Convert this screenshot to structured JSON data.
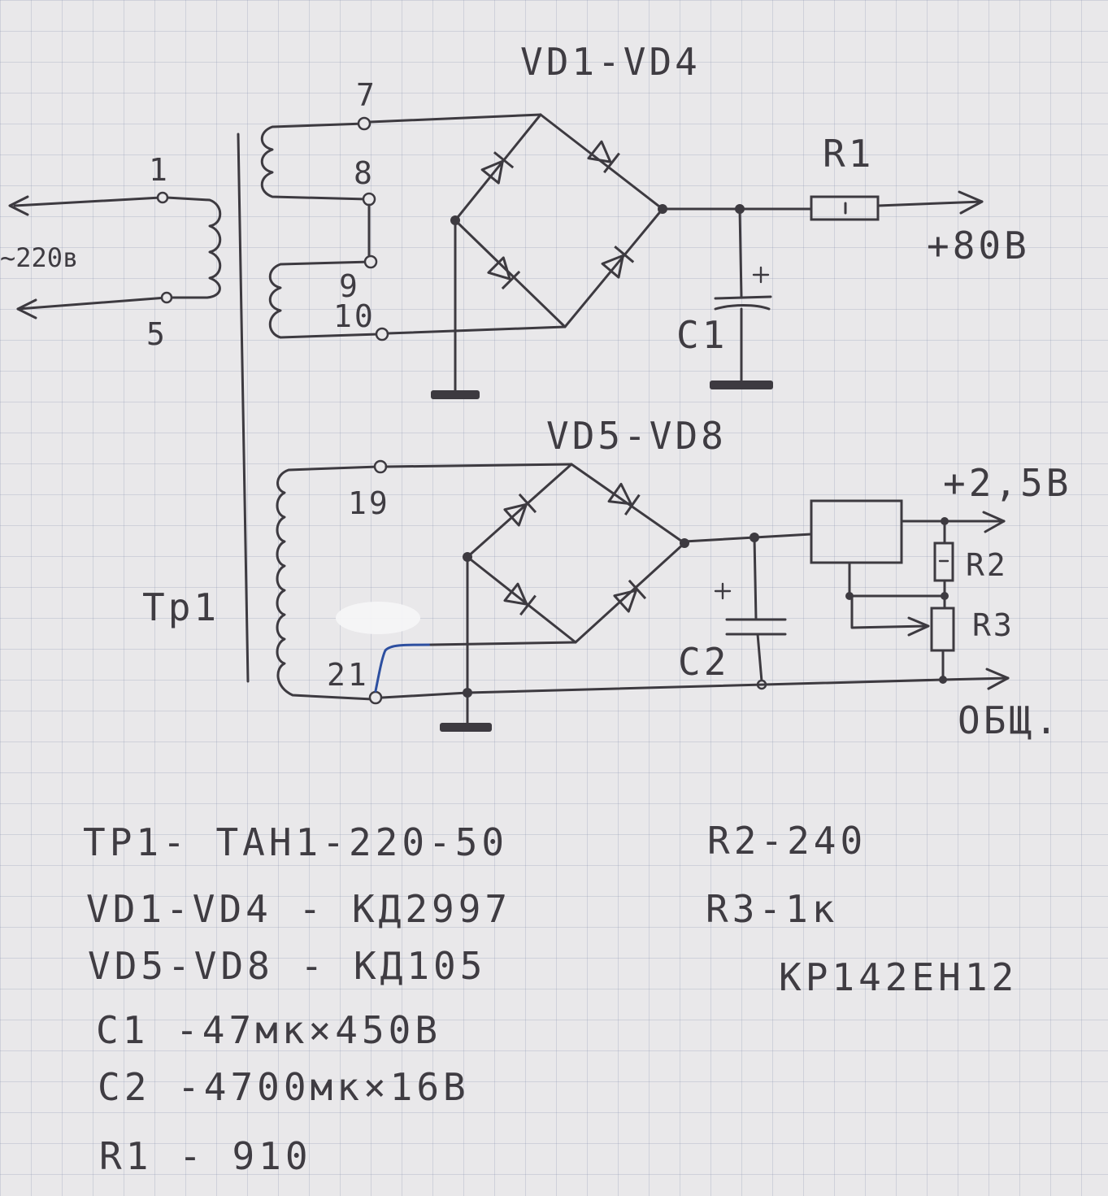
{
  "labels": {
    "vd1_vd4": "VD1-VD4",
    "pin7": "7",
    "pin1": "1",
    "pin8": "8",
    "mains": "~220в",
    "pin9": "9",
    "pin10": "10",
    "pin5": "5",
    "r1": "R1",
    "plus80v": "+80В",
    "c1": "C1",
    "vd5_vd8": "VD5-VD8",
    "pin19": "19",
    "plus25v": "+2,5В",
    "r2": "R2",
    "tr1": "Тр1",
    "r3": "R3",
    "c2": "C2",
    "pin21": "21",
    "common": "ОБЩ."
  },
  "parts": {
    "tr1": "ТР1-  ТАН1-220-50",
    "vd1_vd4": "VD1-VD4  -  КД2997",
    "vd5_vd8": "VD5-VD8  -  КД105",
    "c1": "C1  -47мк×450В",
    "c2": "C2  -4700мк×16В",
    "r1": "R1  - 910",
    "r2": "R2-240",
    "r3": "R3-1к",
    "regulator": "КР142ЕН12"
  }
}
